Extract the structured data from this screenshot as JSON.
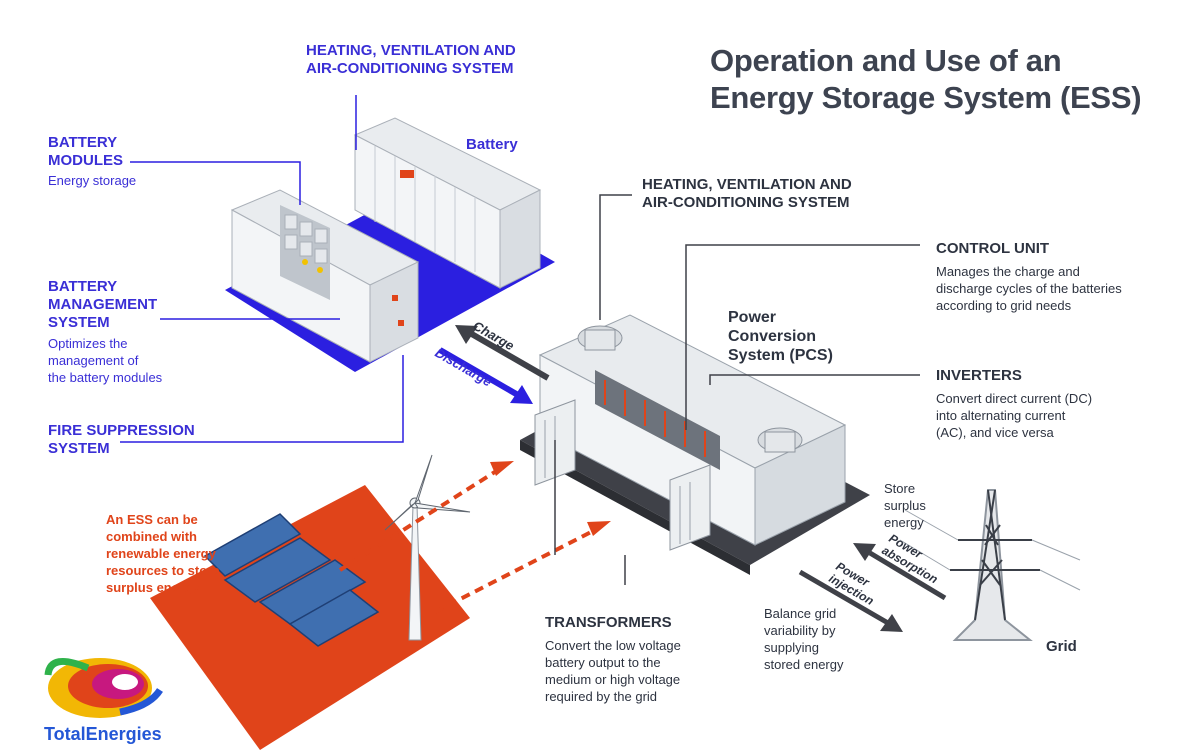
{
  "title": {
    "line1": "Operation and Use of an",
    "line2": "Energy Storage System (ESS)"
  },
  "labels": {
    "hvac_top": {
      "line1": "HEATING, VENTILATION AND",
      "line2": "AIR-CONDITIONING SYSTEM"
    },
    "battery": "Battery",
    "battery_modules": {
      "line1": "BATTERY",
      "line2": "MODULES",
      "desc": "Energy storage"
    },
    "bms": {
      "line1": "BATTERY",
      "line2": "MANAGEMENT",
      "line3": "SYSTEM",
      "desc1": "Optimizes the",
      "desc2": "management of",
      "desc3": "the battery modules"
    },
    "fire": {
      "line1": "FIRE SUPPRESSION",
      "line2": "SYSTEM"
    },
    "hvac_pcs": {
      "line1": "HEATING, VENTILATION AND",
      "line2": "AIR-CONDITIONING SYSTEM"
    },
    "control_unit": {
      "head": "CONTROL UNIT",
      "desc1": "Manages the charge and",
      "desc2": "discharge cycles of the batteries",
      "desc3": "according to grid needs"
    },
    "pcs": {
      "line1": "Power",
      "line2": "Conversion",
      "line3": "System (PCS)"
    },
    "inverters": {
      "head": "INVERTERS",
      "desc1": "Convert direct current (DC)",
      "desc2": "into alternating current",
      "desc3": "(AC), and vice versa"
    },
    "charge": "Charge",
    "discharge": "Discharge",
    "store_surplus": {
      "line1": "Store",
      "line2": "surplus",
      "line3": "energy"
    },
    "power_absorption": {
      "line1": "Power",
      "line2": "absorption"
    },
    "power_injection": {
      "line1": "Power",
      "line2": "injection"
    },
    "balance": {
      "line1": "Balance grid",
      "line2": "variability by",
      "line3": "supplying",
      "line4": "stored energy"
    },
    "grid": "Grid",
    "transformers": {
      "head": "TRANSFORMERS",
      "desc1": "Convert the low voltage",
      "desc2": "battery output to the",
      "desc3": "medium or high voltage",
      "desc4": "required by the grid"
    },
    "ess_combined": {
      "line1": "An ESS can be",
      "line2": "combined with",
      "line3": "renewable energy",
      "line4": "resources to store",
      "line5": "surplus energy"
    }
  },
  "brand": {
    "name": "TotalEnergies"
  },
  "colors": {
    "blue": "#3a2fd6",
    "orange": "#e0441a",
    "dark": "#2d3340",
    "platform_gray": "#3f4148"
  },
  "icons": [
    "battery-container-icon",
    "pcs-container-icon",
    "wind-turbine-icon",
    "solar-panel-icon",
    "transmission-tower-icon",
    "totalenergies-logo"
  ]
}
